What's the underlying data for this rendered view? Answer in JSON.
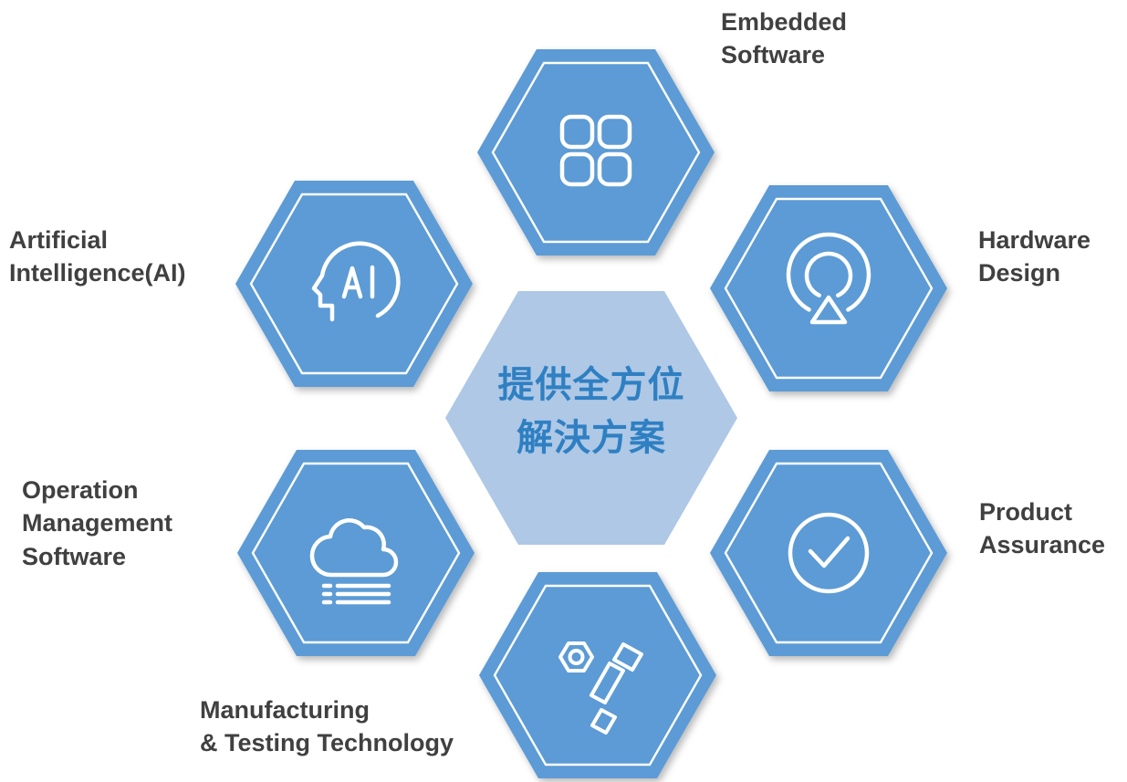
{
  "center": {
    "line1": "提供全方位",
    "line2": "解決方案"
  },
  "nodes": [
    {
      "id": "embedded-software",
      "lines": [
        "Embedded",
        "Software"
      ],
      "icon": "grid-icon"
    },
    {
      "id": "hardware-design",
      "lines": [
        "Hardware",
        "Design"
      ],
      "icon": "target-icon"
    },
    {
      "id": "product-assurance",
      "lines": [
        "Product",
        "Assurance"
      ],
      "icon": "check-circle-icon"
    },
    {
      "id": "manufacturing-testing",
      "lines": [
        "Manufacturing",
        "& Testing Technology"
      ],
      "icon": "bolt-nut-icon"
    },
    {
      "id": "operation-management-software",
      "lines": [
        "Operation",
        "Management",
        "Software"
      ],
      "icon": "cloud-icon"
    },
    {
      "id": "artificial-intelligence",
      "lines": [
        "Artificial",
        "Intelligence(AI)"
      ],
      "icon": "ai-head-icon"
    }
  ],
  "colors": {
    "hex_outer": "#5b9bd5",
    "hex_stroke": "#ffffff",
    "hex_center": "#aec8e6",
    "center_text": "#2f80c2",
    "label_text": "#404040"
  }
}
